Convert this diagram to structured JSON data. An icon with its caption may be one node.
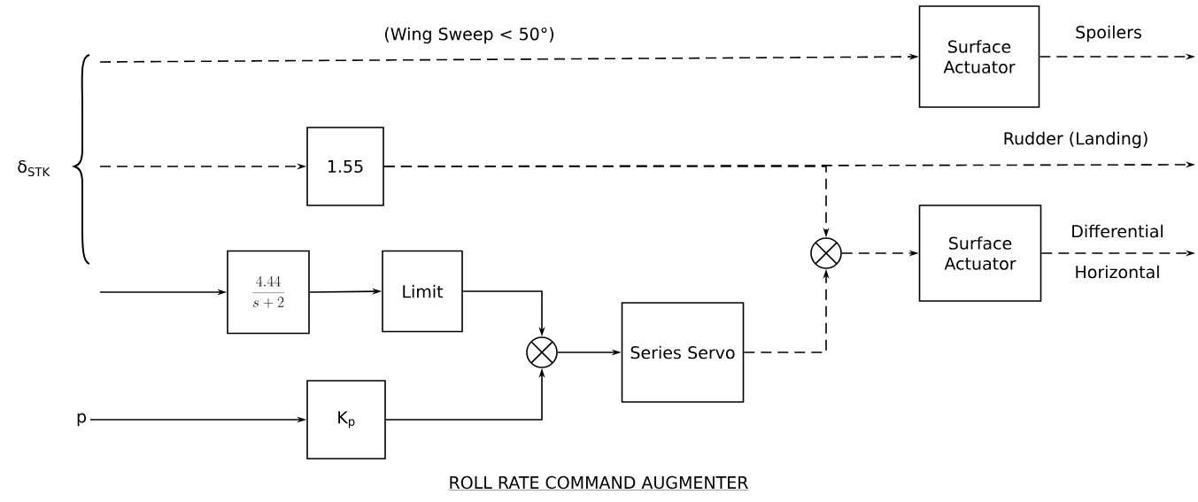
{
  "diagram": {
    "caption": "ROLL RATE COMMAND AUGMENTER",
    "nodes": [
      {
        "text": [
          "p"
        ]
      },
      {
        "text": [
          "Surface Actuator"
        ]
      },
      {
        "text": [
          "1.55"
        ]
      },
      {
        "text": [],
        "shape": "circle"
      },
      {
        "text": [
          "Surface Actuator"
        ]
      },
      {
        "text": [
          "\\frac{4.44}{s+2}"
        ]
      },
      {
        "text": [
          "Limit"
        ]
      },
      {
        "text": [],
        "shape": "circle"
      },
      {
        "text": [
          "Series Servo"
        ]
      },
      {
        "text": [
          "K$_{p}$"
        ]
      }
    ],
    "edges": [
      {
        "from": null,
        "to": 1,
        "arrow": "to",
        "style": "dashed",
        "label": "(Wing Sweep < 50°)"
      },
      {
        "from": 1,
        "to": null,
        "arrow": "to",
        "style": "dashed",
        "label": "Spoilers"
      },
      {
        "from": null,
        "to": 2,
        "arrow": "to",
        "style": "dashed"
      },
      {
        "from": 2,
        "to": null,
        "arrow": "to",
        "style": "dashed",
        "label": "Rudder (Landing)"
      },
      {
        "from": 2,
        "to": 3,
        "arrow": "to",
        "style": "dashed"
      },
      {
        "from": 3,
        "to": 4,
        "arrow": "to",
        "style": "dashed"
      },
      {
        "from": 4,
        "to": null,
        "arrow": "to",
        "style": "dashed",
        "label": "Differential Horizontal"
      },
      {
        "from": null,
        "to": 5,
        "arrow": "to"
      },
      {
        "from": 5,
        "to": 6,
        "arrow": "to"
      },
      {
        "from": 6,
        "to": 7,
        "arrow": "to"
      },
      {
        "from": 0,
        "to": 9,
        "arrow": "to"
      },
      {
        "from": 9,
        "to": 7,
        "arrow": "to"
      },
      {
        "from": 7,
        "to": 8,
        "arrow": "to"
      },
      {
        "from": 8,
        "to": 3,
        "arrow": "to",
        "style": "dashed"
      }
    ],
    "labels": [
      "δ$_{STK}$"
    ]
  }
}
